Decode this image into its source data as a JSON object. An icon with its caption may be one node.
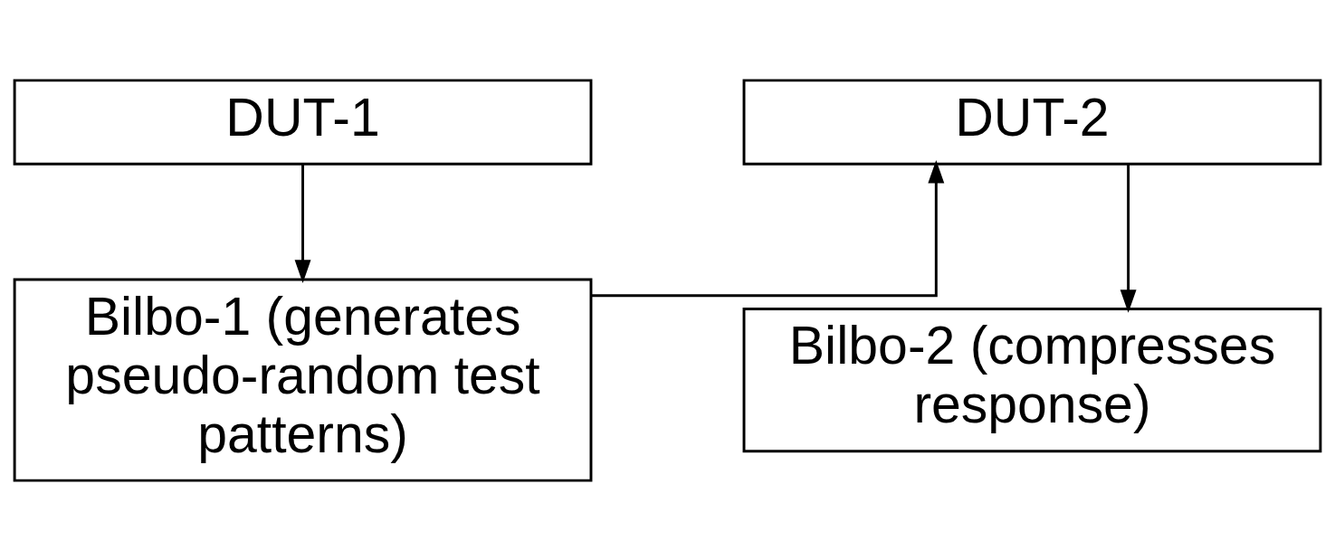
{
  "diagram": {
    "nodes": [
      {
        "text": [
          "DUT-1"
        ]
      },
      {
        "text": [
          "Bilbo-1 (generates pseudo-random test patterns)"
        ]
      },
      {
        "text": [
          "DUT-2"
        ]
      },
      {
        "text": [
          "Bilbo-2 (compresses response)"
        ]
      }
    ],
    "edges": [
      {
        "from": 0,
        "to": 1,
        "arrow": "to"
      },
      {
        "from": 1,
        "to": 2,
        "arrow": "to"
      },
      {
        "from": 2,
        "to": 3,
        "arrow": "to"
      }
    ]
  }
}
